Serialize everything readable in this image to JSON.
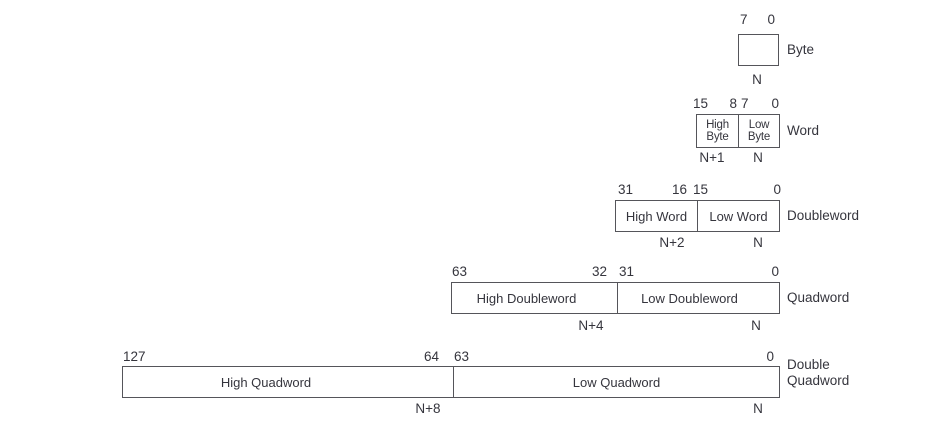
{
  "colors": {
    "background": "#ffffff",
    "border": "#55555a",
    "text": "#35353d"
  },
  "rows": [
    {
      "id": "byte",
      "type_label": "Byte",
      "bit_high": "7",
      "bit_low": "0",
      "addr_low": "N"
    },
    {
      "id": "word",
      "type_label": "Word",
      "bit_high": "15",
      "bit_divider_left": "8",
      "bit_divider_right": "7",
      "bit_low": "0",
      "cell_high": "High\nByte",
      "cell_low": "Low\nByte",
      "addr_high": "N+1",
      "addr_low": "N"
    },
    {
      "id": "doubleword",
      "type_label": "Doubleword",
      "bit_high": "31",
      "bit_divider_left": "16",
      "bit_divider_right": "15",
      "bit_low": "0",
      "cell_high": "High Word",
      "cell_low": "Low Word",
      "addr_high": "N+2",
      "addr_low": "N"
    },
    {
      "id": "quadword",
      "type_label": "Quadword",
      "bit_high": "63",
      "bit_divider_left": "32",
      "bit_divider_right": "31",
      "bit_low": "0",
      "cell_high": "High Doubleword",
      "cell_low": "Low Doubleword",
      "addr_high": "N+4",
      "addr_low": "N"
    },
    {
      "id": "double-quadword",
      "type_label": "Double\nQuadword",
      "bit_high": "127",
      "bit_divider_left": "64",
      "bit_divider_right": "63",
      "bit_low": "0",
      "cell_high": "High Quadword",
      "cell_low": "Low Quadword",
      "addr_high": "N+8",
      "addr_low": "N"
    }
  ]
}
